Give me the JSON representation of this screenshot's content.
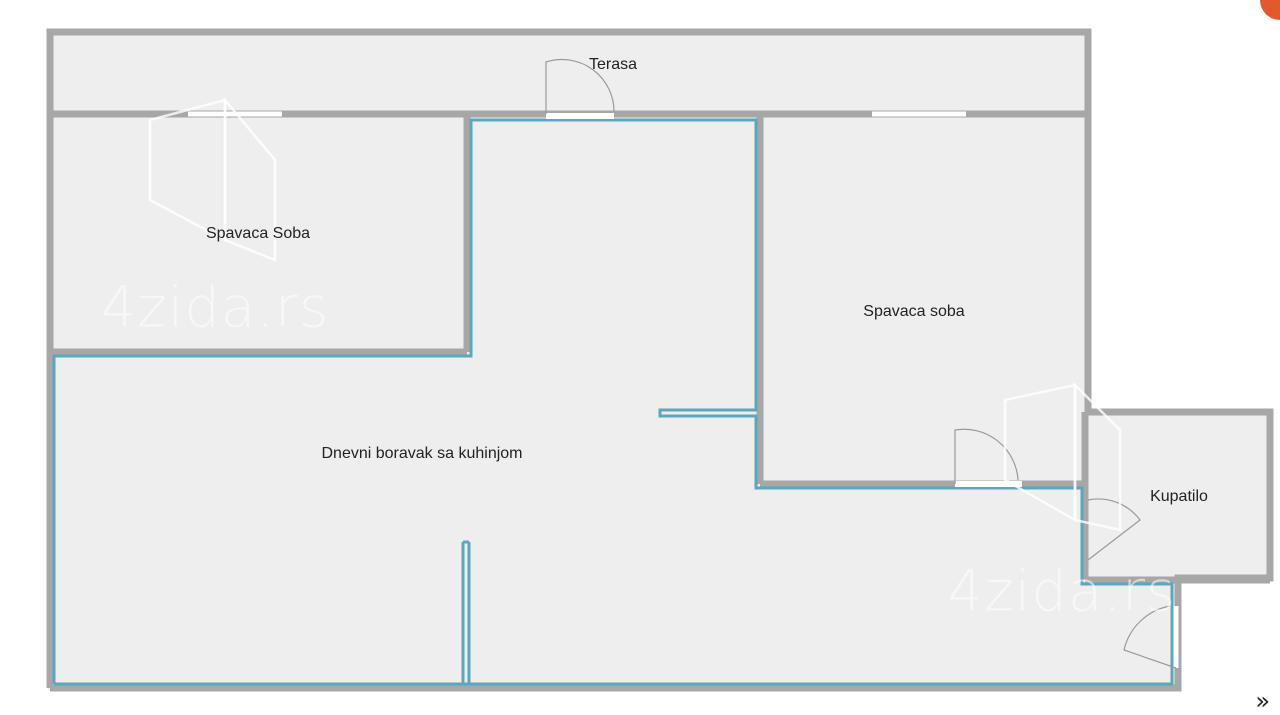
{
  "rooms": {
    "terasa": "Terasa",
    "bedroom_left": "Spavaca Soba",
    "bedroom_right": "Spavaca soba",
    "living": "Dnevni boravak sa kuhinjom",
    "bathroom": "Kupatilo"
  },
  "watermark": {
    "text": "4zida.rs"
  },
  "colors": {
    "floor": "#eeeeee",
    "wall": "#a7a7a7",
    "highlight": "#5aa7bf",
    "window": "#ffffff",
    "accent_badge": "#e05a2b"
  },
  "icons": {
    "corner_badge": "badge-icon",
    "scroll": "double-chevron-icon"
  }
}
